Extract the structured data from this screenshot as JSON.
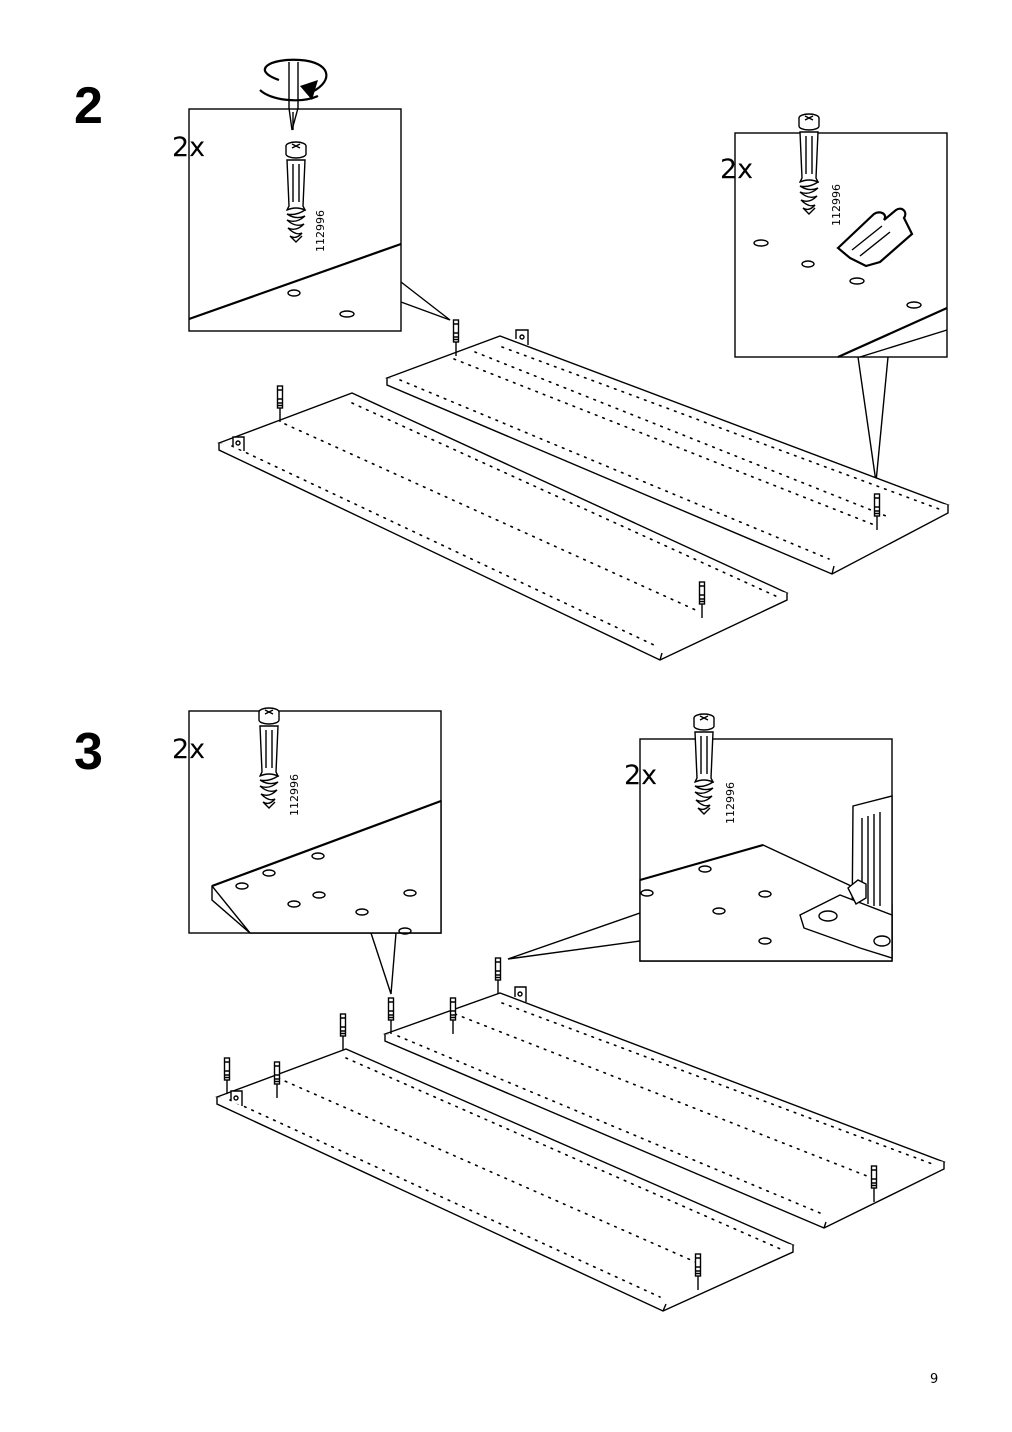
{
  "page": {
    "number": "9"
  },
  "steps": [
    {
      "number": "2",
      "callouts": [
        {
          "quantity": "2x",
          "part_code": "112996",
          "icon": "screwdriver-rotate-icon"
        },
        {
          "quantity": "2x",
          "part_code": "112996",
          "icon": "hand-push-icon"
        }
      ]
    },
    {
      "number": "3",
      "callouts": [
        {
          "quantity": "2x",
          "part_code": "112996"
        },
        {
          "quantity": "2x",
          "part_code": "112996"
        }
      ]
    }
  ]
}
